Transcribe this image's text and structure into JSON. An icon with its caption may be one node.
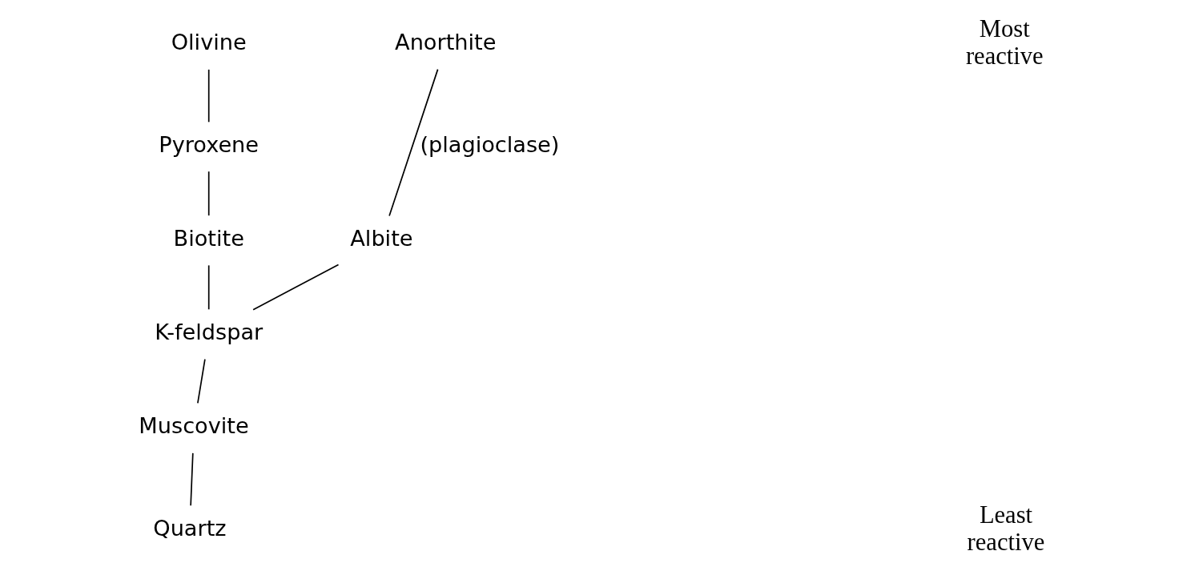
{
  "diagram": {
    "nodes": [
      {
        "text": [
          "Olivine"
        ]
      },
      {
        "text": [
          "Pyroxene"
        ]
      },
      {
        "text": [
          "Biotite"
        ]
      },
      {
        "text": [
          "Anorthite"
        ]
      },
      {
        "text": [
          "Albite"
        ]
      },
      {
        "text": [
          "K-feldspar"
        ]
      },
      {
        "text": [
          "Muscovite"
        ]
      },
      {
        "text": [
          "Quartz"
        ]
      }
    ],
    "edges": [
      {
        "from": 0,
        "to": 1,
        "arrow": "none"
      },
      {
        "from": 1,
        "to": 2,
        "arrow": "none"
      },
      {
        "from": 2,
        "to": 5,
        "arrow": "none"
      },
      {
        "from": 3,
        "to": 4,
        "arrow": "none",
        "label": "(plagioclase)"
      },
      {
        "from": 4,
        "to": 5,
        "arrow": "none"
      },
      {
        "from": 5,
        "to": 6,
        "arrow": "none"
      },
      {
        "from": 6,
        "to": 7,
        "arrow": "none"
      }
    ],
    "labels": [
      "Most reactive",
      "Least reactive"
    ]
  }
}
